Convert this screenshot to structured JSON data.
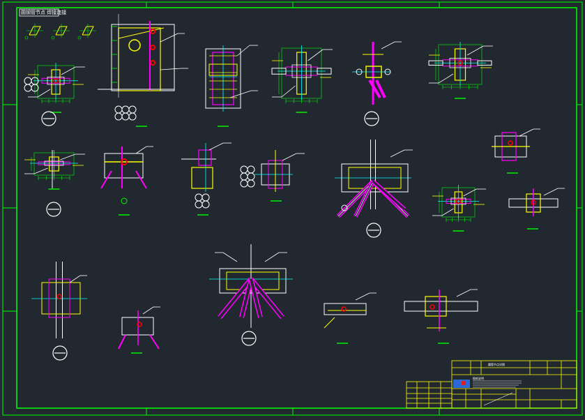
{
  "drawing": {
    "title_text": "圆钢管节点  焊接连接",
    "colors": {
      "background": "#212830",
      "frame": "#00ff00",
      "plate": "#ffff00",
      "member": "#ff00ff",
      "centerline": "#00ffff",
      "line": "#ffffff",
      "weld": "#ff0000"
    }
  },
  "title_block": {
    "heading": "圆管节点详图",
    "logo": "logo-mark",
    "notes": "图纸说明"
  }
}
